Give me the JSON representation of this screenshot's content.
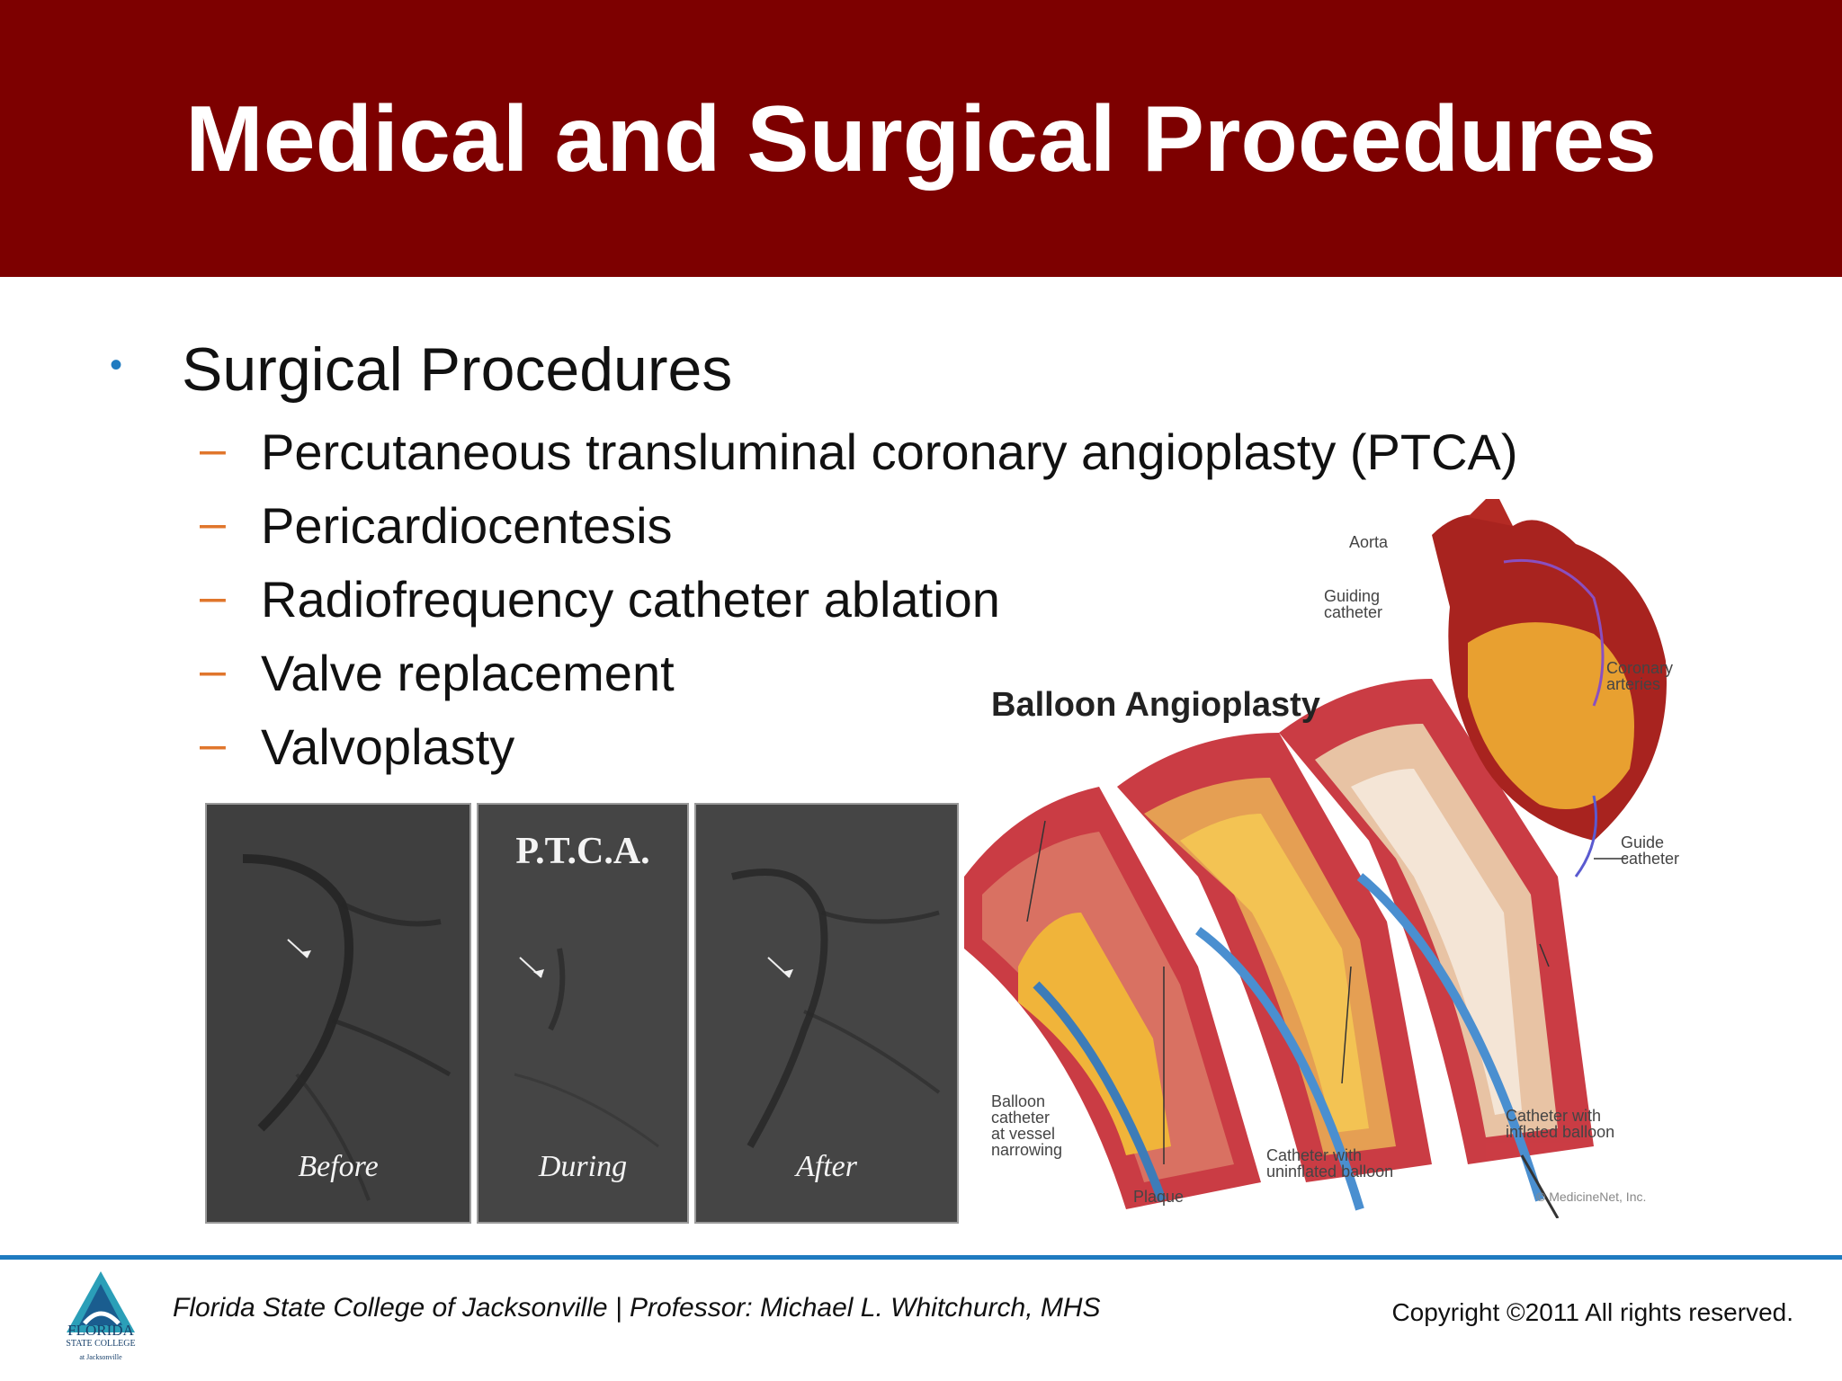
{
  "slide": {
    "title": "Medical and Surgical Procedures",
    "bullet": "Surgical Procedures",
    "sub_bullets": [
      "Percutaneous transluminal coronary angioplasty (PTCA)",
      "Pericardiocentesis",
      "Radiofrequency catheter ablation",
      "Valve replacement",
      "Valvoplasty"
    ],
    "dash": "–",
    "bullet_glyph": "•"
  },
  "xray": {
    "panels": [
      "Before",
      "During",
      "After"
    ],
    "ptca_label": "P.T.C.A."
  },
  "illustration": {
    "title": "Balloon Angioplasty",
    "labels": {
      "aorta": "Aorta",
      "guiding_catheter": "Guiding\ncatheter",
      "coronary_arteries": "Coronary\narteries",
      "guide_catheter": "Guide\ncatheter",
      "balloon_catheter": "Balloon\ncatheter\nat vessel\nnarrowing",
      "plaque": "Plaque",
      "uninflated": "Catheter with\nuninflated balloon",
      "inflated": "Catheter with\ninflated balloon",
      "credit": "© MedicineNet, Inc."
    }
  },
  "footer": {
    "left": "Florida State College of Jacksonville  |  Professor: Michael L. Whitchurch, MHS",
    "copyright": "Copyright ©2011  All rights reserved.",
    "logo_line1": "FLORIDA",
    "logo_line2": "STATE COLLEGE",
    "logo_line3": "at Jacksonville"
  },
  "colors": {
    "title_bar": "#7d0000",
    "bullet": "#1f7bc0",
    "dash": "#e0762c",
    "footer_rule": "#1f7bc0"
  }
}
